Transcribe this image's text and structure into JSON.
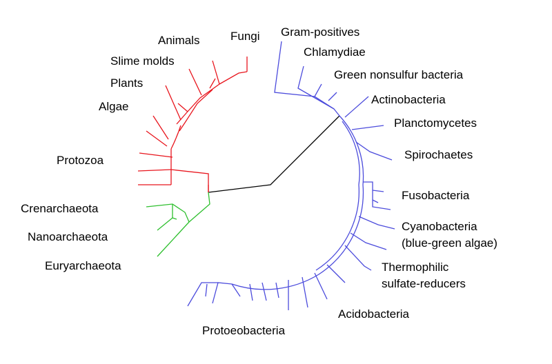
{
  "colors": {
    "eukaryotes": "#e8141c",
    "archaea": "#2dbf2d",
    "bacteria": "#4b4bdc",
    "root": "#000000",
    "background": "#ffffff"
  },
  "labels": {
    "fungi": "Fungi",
    "animals": "Animals",
    "slime_molds": "Slime molds",
    "plants": "Plants",
    "algae": "Algae",
    "protozoa": "Protozoa",
    "crenarchaeota": "Crenarchaeota",
    "nanoarchaeota": "Nanoarchaeota",
    "euryarchaeota": "Euryarchaeota",
    "gram_positives": "Gram-positives",
    "chlamydiae": "Chlamydiae",
    "green_nonsulfur": "Green nonsulfur bacteria",
    "actinobacteria": "Actinobacteria",
    "planctomycetes": "Planctomycetes",
    "spirochaetes": "Spirochaetes",
    "fusobacteria": "Fusobacteria",
    "cyanobacteria_1": "Cyanobacteria",
    "cyanobacteria_2": "(blue-green algae)",
    "thermophilic_1": "Thermophilic",
    "thermophilic_2": "sulfate-reducers",
    "acidobacteria": "Acidobacteria",
    "protoeobacteria": "Protoeobacteria"
  }
}
